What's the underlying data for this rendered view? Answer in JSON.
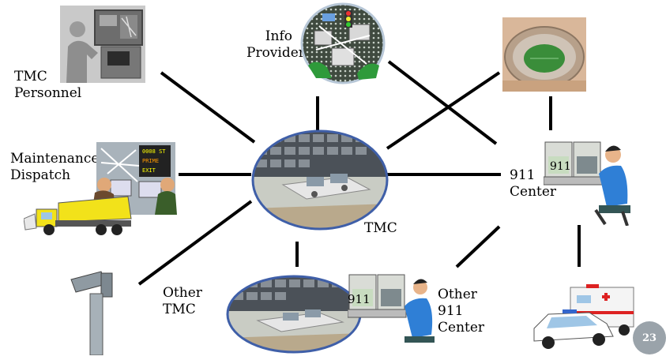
{
  "labels": {
    "tmc_personnel": [
      "TMC",
      "Personnel"
    ],
    "info_provider": [
      "Info",
      "Provider"
    ],
    "maintenance": [
      "Maintenance",
      "Dispatch"
    ],
    "tmc": "TMC",
    "center_911": [
      "911",
      "Center"
    ],
    "other_tmc": [
      "Other",
      "TMC"
    ],
    "other_911": [
      "Other",
      "911",
      "Center"
    ],
    "screen_911": "911"
  },
  "slide_number": "23",
  "colors": {
    "line": "#000000",
    "slide_badge": "#9aa3aa",
    "shirt": "#2f7fd6",
    "truck": "#f2e21a",
    "console": "#8a9aa8"
  }
}
